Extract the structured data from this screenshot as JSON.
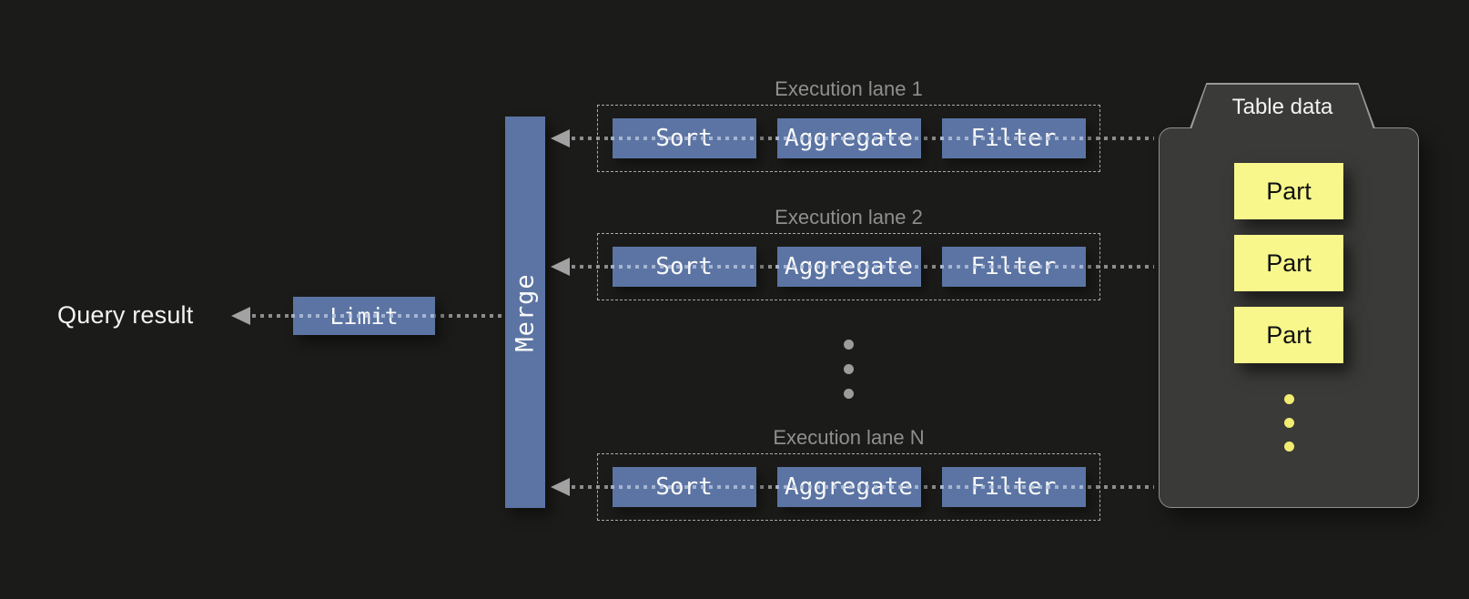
{
  "diagram": {
    "query_result": {
      "label": "Query result"
    },
    "limit": {
      "label": "Limit"
    },
    "merge": {
      "label": "Merge"
    },
    "lanes": [
      {
        "title": "Execution lane 1",
        "operators": [
          "Sort",
          "Aggregate",
          "Filter"
        ]
      },
      {
        "title": "Execution lane 2",
        "operators": [
          "Sort",
          "Aggregate",
          "Filter"
        ]
      },
      {
        "title": "Execution lane N",
        "operators": [
          "Sort",
          "Aggregate",
          "Filter"
        ]
      }
    ],
    "table_data": {
      "title": "Table data",
      "parts": [
        "Part",
        "Part",
        "Part"
      ]
    }
  },
  "icons": {
    "arrowheads": "left-arrow-icon",
    "lane_ellipsis": "vertical-ellipsis-dots",
    "parts_ellipsis": "vertical-ellipsis-dots"
  },
  "colors": {
    "background": "#1b1b19",
    "accent_blue": "#5b74a3",
    "container_gray": "#3a3a38",
    "part_yellow": "#f7f78c",
    "line_gray": "#8d8d8d",
    "line_light": "#b3c0da",
    "title_gray": "#8f8f8f",
    "dot_yellow": "#f2ec71",
    "text_white": "#f3f3f3"
  }
}
